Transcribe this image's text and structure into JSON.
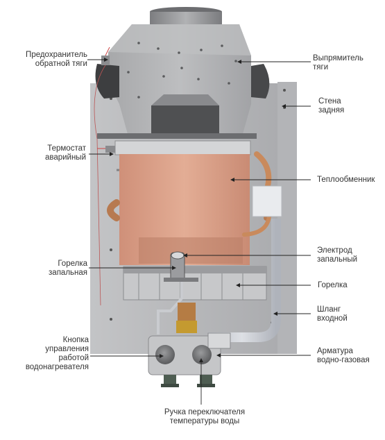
{
  "diagram": {
    "labels": {
      "draft_fuse": "Предохранитель\nобратной тяги",
      "draft_stabilizer": "Выпрямитель\nтяги",
      "back_wall": "Стена\nзадняя",
      "emergency_thermostat": "Термостат\nаварийный",
      "heat_exchanger": "Теплообменник",
      "ignition_electrode": "Электрод\nзапальный",
      "pilot_burner": "Горелка\nзапальная",
      "burner": "Горелка",
      "inlet_hose": "Шланг\nвходной",
      "control_button": "Кнопка\nуправления\nработой\nводонагревателя",
      "water_gas_valve": "Арматура\nводно-газовая",
      "temperature_knob": "Ручка переключателя\nтемпературы воды"
    },
    "colors": {
      "casing": "#b9babc",
      "exchanger": "#d9a086",
      "copper_pipe": "#c98a5c",
      "label_text": "#333333",
      "leader_line": "#222222"
    }
  }
}
